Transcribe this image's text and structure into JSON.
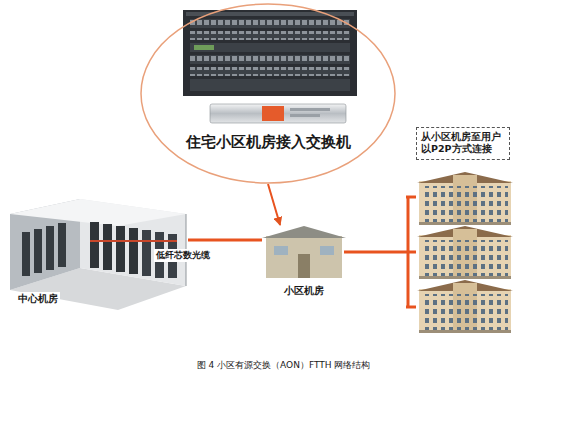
{
  "diagram": {
    "caption": "图 4 小区有源交换（AON）FTTH 网络结构",
    "nodes": [
      {
        "text": [
          "住宅小区机房接入交换机"
        ]
      },
      {
        "text": [
          "中心机房"
        ]
      },
      {
        "text": [
          "小区机房"
        ]
      },
      {
        "text": [
          "从小区机房至用户 以P2P方式连接"
        ]
      }
    ],
    "edges": [
      {
        "from": 0,
        "to": 2,
        "arrow": "to"
      },
      {
        "from": 1,
        "to": 2,
        "label": "低纤芯数光缆",
        "arrow": "none"
      }
    ]
  }
}
